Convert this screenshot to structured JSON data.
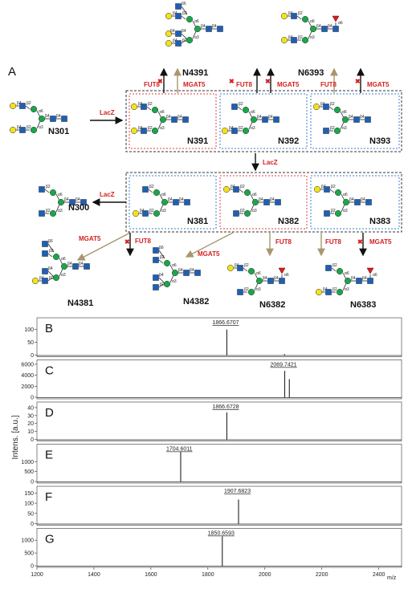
{
  "panel_A_label": "A",
  "structures": {
    "n301": "N301",
    "n391": "N391",
    "n392": "N392",
    "n393": "N393",
    "n4391": "N4391",
    "n6393": "N6393",
    "n300": "N300",
    "n381": "N381",
    "n382": "N382",
    "n383": "N383",
    "n4381": "N4381",
    "n4382": "N4382",
    "n6382": "N6382",
    "n6383": "N6383"
  },
  "enzymes": {
    "lacz": "LacZ",
    "fut8": "FUT8",
    "mgat5": "MGAT5"
  },
  "linkages": {
    "b2": "β2",
    "b4": "β4",
    "b6": "β6",
    "a3": "α3",
    "a6": "α6"
  },
  "colors": {
    "glcnac": "#1f5fb4",
    "mannose": "#1aa64a",
    "galactose": "#f2e11d",
    "fucose": "#d42020",
    "enzyme_text": "#d42020",
    "arrow_tan": "#a8976e"
  },
  "spectra_axis": {
    "ylabel": "Intens. [a.u.]",
    "xlabel": "m/z",
    "xticks": [
      "1200",
      "1400",
      "1600",
      "1800",
      "2000",
      "2200",
      "2400"
    ]
  },
  "chart_data": [
    {
      "type": "line",
      "panel": "B",
      "xlim": [
        1200,
        2480
      ],
      "ylim": [
        0,
        140
      ],
      "yticks": [
        "0",
        "50",
        "100"
      ],
      "peaks": [
        {
          "x": 1866.6707,
          "y": 100,
          "label": "1866.6707"
        },
        {
          "x": 2069,
          "y": 4
        }
      ]
    },
    {
      "type": "line",
      "panel": "C",
      "xlim": [
        1200,
        2480
      ],
      "ylim": [
        0,
        6500
      ],
      "yticks": [
        "0",
        "2000",
        "4000",
        "6000"
      ],
      "peaks": [
        {
          "x": 2069.7421,
          "y": 4800,
          "label": "2069.7421"
        },
        {
          "x": 2086,
          "y": 3300
        }
      ]
    },
    {
      "type": "line",
      "panel": "D",
      "xlim": [
        1200,
        2480
      ],
      "ylim": [
        0,
        45
      ],
      "yticks": [
        "0",
        "10",
        "20",
        "30",
        "40"
      ],
      "peaks": [
        {
          "x": 1866.6728,
          "y": 34,
          "label": "1866.6728"
        }
      ]
    },
    {
      "type": "line",
      "panel": "E",
      "xlim": [
        1200,
        2480
      ],
      "ylim": [
        0,
        1800
      ],
      "yticks": [
        "0",
        "500",
        "1000"
      ],
      "peaks": [
        {
          "x": 1704.6011,
          "y": 1500,
          "label": "1704.6011"
        }
      ]
    },
    {
      "type": "line",
      "panel": "F",
      "xlim": [
        1200,
        2480
      ],
      "ylim": [
        0,
        175
      ],
      "yticks": [
        "0",
        "50",
        "100",
        "150"
      ],
      "peaks": [
        {
          "x": 1907.6823,
          "y": 118,
          "label": "1907.6823"
        }
      ]
    },
    {
      "type": "line",
      "panel": "G",
      "xlim": [
        1200,
        2480
      ],
      "ylim": [
        0,
        1400
      ],
      "yticks": [
        "0",
        "500",
        "1000"
      ],
      "peaks": [
        {
          "x": 1850.6593,
          "y": 1150,
          "label": "1850.6593"
        }
      ]
    }
  ]
}
